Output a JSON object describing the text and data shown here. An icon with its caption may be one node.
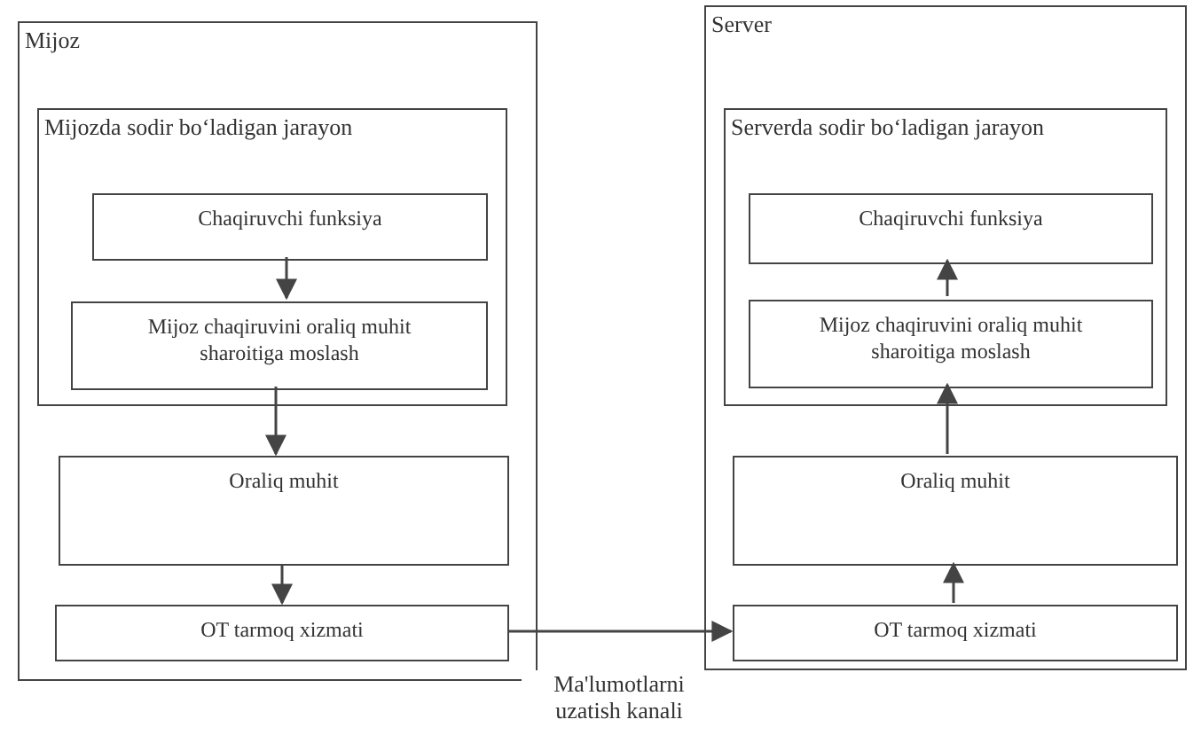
{
  "diagram": {
    "nodes": [
      {
        "text": [
          "Mijoz"
        ]
      },
      {
        "text": [
          "Mijozda sodir bo‘ladigan jarayon"
        ],
        "in": 0
      },
      {
        "text": [
          "Chaqiruvchi funksiya"
        ],
        "in": 1
      },
      {
        "text": [
          "Mijoz chaqiruvini oraliq muhit sharoitiga moslash"
        ],
        "in": 1
      },
      {
        "text": [
          "Oraliq muhit"
        ],
        "in": 0
      },
      {
        "text": [
          "OT tarmoq xizmati"
        ],
        "in": 0
      },
      {
        "text": [
          "Server"
        ]
      },
      {
        "text": [
          "Serverda sodir bo‘ladigan jarayon"
        ],
        "in": 6
      },
      {
        "text": [
          "Chaqiruvchi funksiya"
        ],
        "in": 7
      },
      {
        "text": [
          "Mijoz chaqiruvini oraliq muhit sharoitiga moslash"
        ],
        "in": 7
      },
      {
        "text": [
          "Oraliq muhit"
        ],
        "in": 6
      },
      {
        "text": [
          "OT tarmoq xizmati"
        ],
        "in": 6
      }
    ],
    "edges": [
      {
        "from": 2,
        "to": 3,
        "arrow": "to"
      },
      {
        "from": 3,
        "to": 4,
        "arrow": "to"
      },
      {
        "from": 4,
        "to": 5,
        "arrow": "to"
      },
      {
        "from": 5,
        "to": 11,
        "arrow": "to",
        "label": "Ma'lumotlarni uzatish kanali"
      },
      {
        "from": 11,
        "to": 10,
        "arrow": "to"
      },
      {
        "from": 10,
        "to": 9,
        "arrow": "to"
      },
      {
        "from": 9,
        "to": 8,
        "arrow": "to"
      }
    ]
  }
}
